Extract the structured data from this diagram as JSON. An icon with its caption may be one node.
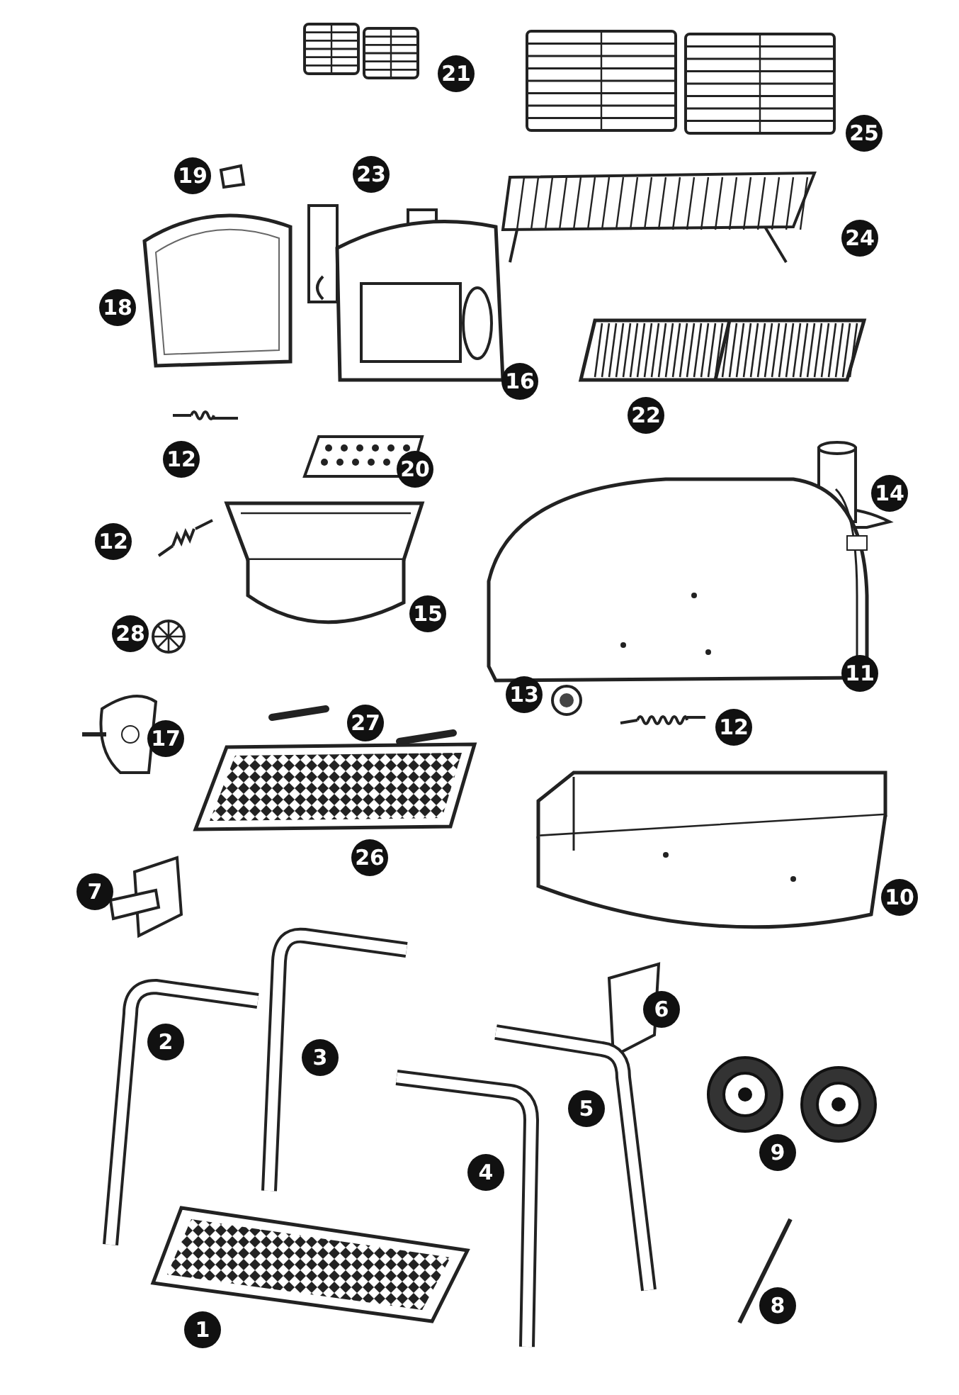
{
  "diagram": {
    "labels": [
      "21",
      "25",
      "19",
      "23",
      "24",
      "18",
      "16",
      "22",
      "12",
      "20",
      "14",
      "12",
      "15",
      "28",
      "11",
      "13",
      "12",
      "27",
      "17",
      "26",
      "7",
      "10",
      "6",
      "2",
      "3",
      "5",
      "4",
      "9",
      "8",
      "1"
    ]
  }
}
